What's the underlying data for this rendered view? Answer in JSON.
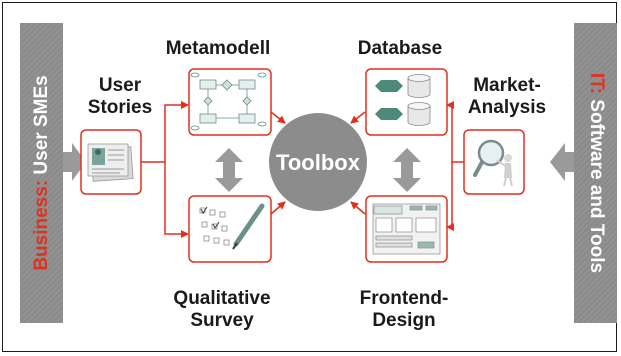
{
  "business_bar": {
    "prefix": "Business:",
    "suffix": " User SMEs"
  },
  "it_bar": {
    "prefix": "IT:",
    "suffix": " Software and Tools"
  },
  "hub": {
    "label": "Toolbox"
  },
  "headings": {
    "metamodell": "Metamodell",
    "database": "Database",
    "user_stories": [
      "User",
      "Stories"
    ],
    "market_analysis": [
      "Market-",
      "Analysis"
    ],
    "qualitative_survey": [
      "Qualitative",
      "Survey"
    ],
    "frontend_design": [
      "Frontend-",
      "Design"
    ]
  },
  "colors": {
    "accent": "#e0301e",
    "bar": "#8a8a8a",
    "hub": "#8c8c8c",
    "arrow": "#9a9a9a",
    "box_border": "#e0301e"
  },
  "icons": {
    "user_stories": "document-stack-icon",
    "metamodell": "er-diagram-icon",
    "qualitative_survey": "checklist-pen-icon",
    "database": "database-cylinders-icon",
    "frontend_design": "ui-mockup-icon",
    "market_analysis": "magnifier-figure-icon"
  }
}
